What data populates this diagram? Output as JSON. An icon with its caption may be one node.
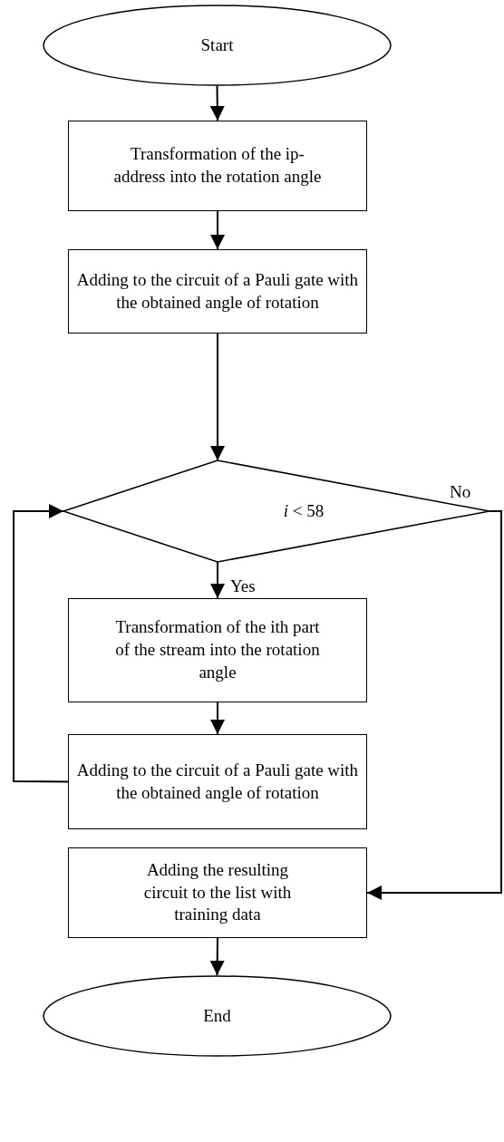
{
  "diagram": {
    "nodes": [
      {
        "text": [
          "Start"
        ]
      },
      {
        "text": [
          "Transformation of the ip-address into the rotation angle"
        ]
      },
      {
        "text": [
          "Adding to the circuit of a Pauli gate with the obtained angle of rotation"
        ]
      },
      {
        "text": [
          "*i* < 58"
        ]
      },
      {
        "text": [
          "Transformation of the ith part of the stream into the rotation angle"
        ]
      },
      {
        "text": [
          "Adding to the circuit of a Pauli gate with the obtained angle of rotation"
        ]
      },
      {
        "text": [
          "Adding the resulting circuit to the list with training data"
        ]
      },
      {
        "text": [
          "End"
        ]
      }
    ],
    "edges": [
      {
        "from": 0,
        "to": 1,
        "arrow": "to"
      },
      {
        "from": 1,
        "to": 2,
        "arrow": "to"
      },
      {
        "from": 2,
        "to": 3,
        "arrow": "to"
      },
      {
        "from": 3,
        "to": 4,
        "arrow": "to",
        "label": "Yes"
      },
      {
        "from": 4,
        "to": 5,
        "arrow": "to"
      },
      {
        "from": 5,
        "to": 3,
        "arrow": "to"
      },
      {
        "from": 3,
        "to": 6,
        "arrow": "to",
        "label": "No"
      },
      {
        "from": 6,
        "to": 7,
        "arrow": "to"
      }
    ]
  }
}
